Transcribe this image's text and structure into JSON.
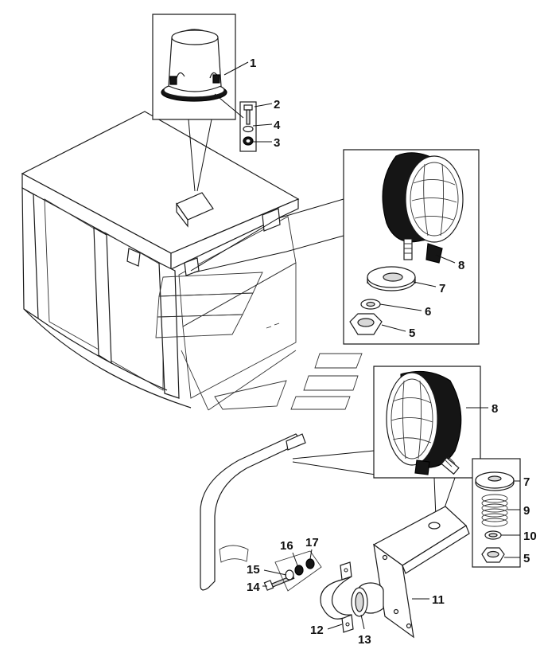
{
  "callouts": [
    "1",
    "2",
    "3",
    "4",
    "5",
    "6",
    "7",
    "8",
    "9",
    "10",
    "11",
    "12",
    "13",
    "14",
    "15",
    "16",
    "17"
  ],
  "labels": {
    "c1": "1",
    "c2": "2",
    "c4": "4",
    "c3": "3",
    "c8a": "8",
    "c7a": "7",
    "c6": "6",
    "c5a": "5",
    "c8b": "8",
    "c7b": "7",
    "c9": "9",
    "c10": "10",
    "c5b": "5",
    "c11": "11",
    "c12": "12",
    "c13": "13",
    "c14": "14",
    "c15": "15",
    "c16": "16",
    "c17": "17"
  }
}
